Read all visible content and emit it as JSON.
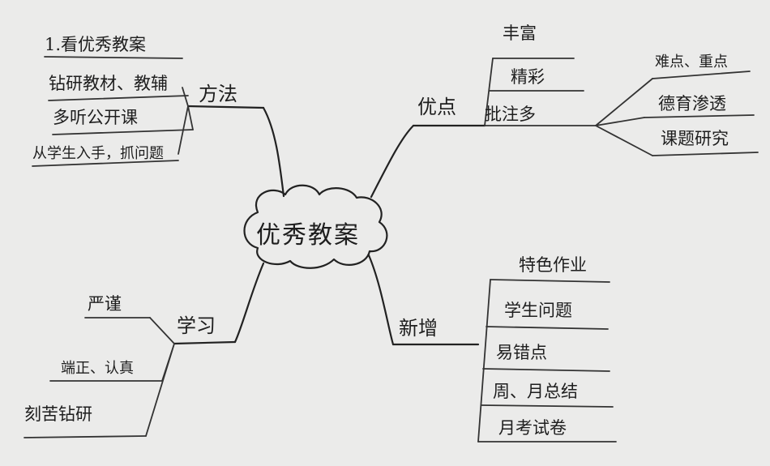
{
  "center": {
    "label": "优秀教案"
  },
  "branches": {
    "method": {
      "label": "方法",
      "items": [
        "1.看优秀教案",
        "钻研教材、教辅",
        "多听公开课",
        "从学生入手，抓问题"
      ]
    },
    "advantage": {
      "label": "优点",
      "items": [
        "丰富",
        "精彩",
        "批注多"
      ],
      "sub_items": [
        "课题研究",
        "德育渗透",
        "难点、重点"
      ]
    },
    "study": {
      "label": "学习",
      "items": [
        "严谨",
        "端正、认真",
        "刻苦钻研"
      ]
    },
    "add": {
      "label": "新增",
      "items": [
        "特色作业",
        "学生问题",
        "易错点",
        "周、月总结",
        "月考试卷"
      ]
    }
  }
}
